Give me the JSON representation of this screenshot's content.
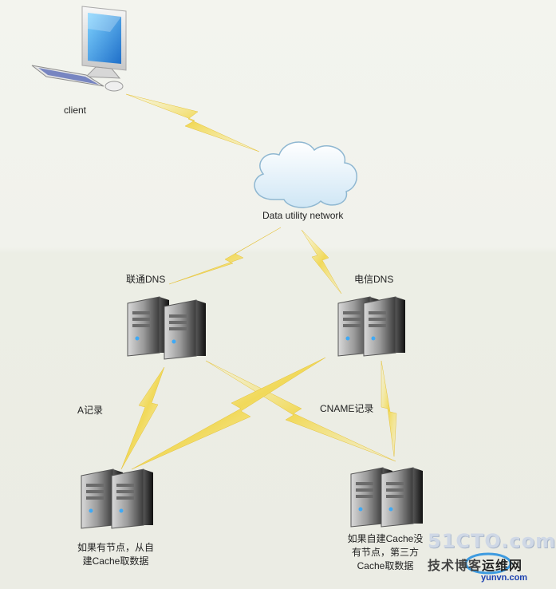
{
  "nodes": {
    "client": {
      "label": "client"
    },
    "cloud": {
      "label": "Data utility network"
    },
    "unicom_dns": {
      "label": "联通DNS"
    },
    "telecom_dns": {
      "label": "电信DNS"
    },
    "self_cache": {
      "label_line1": "如果有节点，从自",
      "label_line2": "建Cache取数据"
    },
    "third_cache": {
      "label_line1": "如果自建Cache没",
      "label_line2": "有节点，第三方",
      "label_line3": "Cache取数据"
    }
  },
  "edges": {
    "a_record": "A记录",
    "cname_record": "CNAME记录"
  },
  "watermark": {
    "brand": "51CTO.com",
    "slogan": "技术博客",
    "slogan2": "运维网",
    "site": "yunvn.com"
  },
  "colors": {
    "lightning": "#f1d95a",
    "lightning_edge": "#e5c23a",
    "cloud": "#e8f4fb",
    "cloud_edge": "#8fb7d1"
  }
}
